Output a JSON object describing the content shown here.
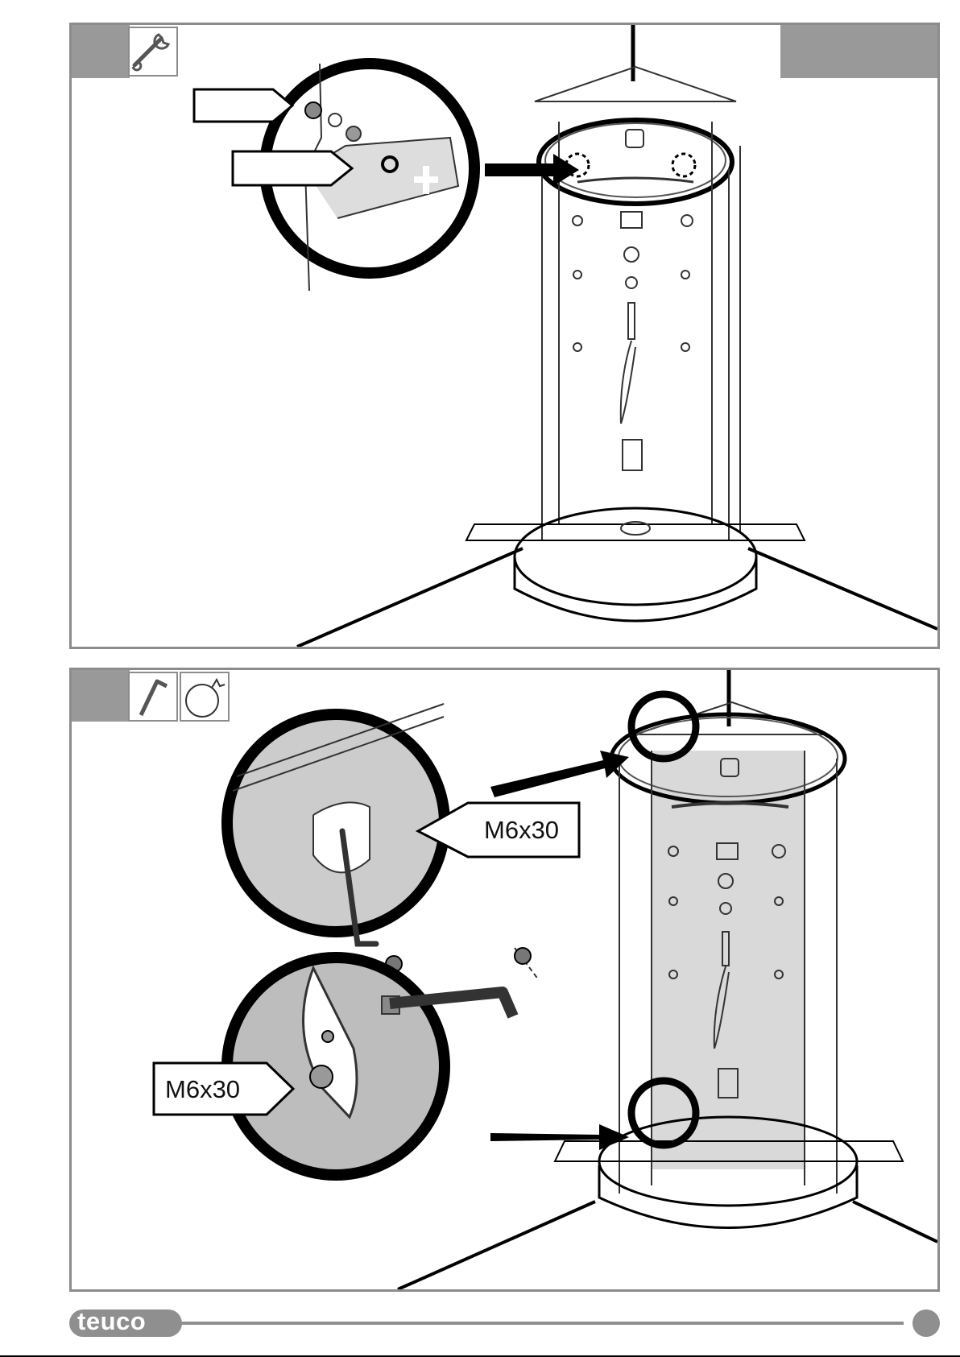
{
  "brand": {
    "logo_text": "teuco"
  },
  "panels": [
    {
      "tools": [
        "wrench-icon"
      ],
      "callouts": []
    },
    {
      "tools": [
        "allen-key-icon",
        "parts-bag-icon"
      ],
      "callouts": [
        {
          "label": "M6x30"
        },
        {
          "label": "M6x30"
        }
      ]
    }
  ],
  "colors": {
    "frame": "#8c8c8c",
    "tab": "#999999",
    "glass": "#d9d9d9",
    "accent": "#000000"
  }
}
